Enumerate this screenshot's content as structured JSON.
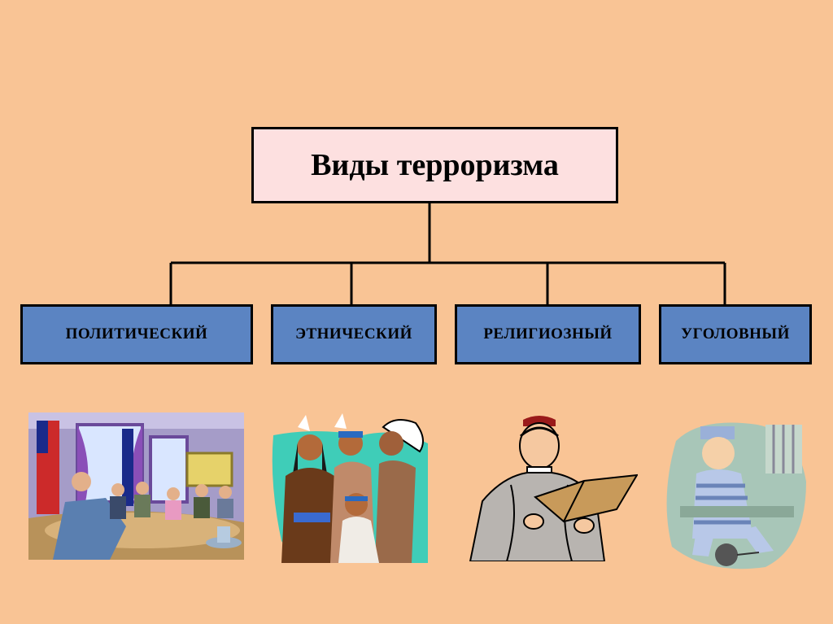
{
  "diagram": {
    "title": "Виды терроризма",
    "types": [
      {
        "label": "ПОЛИТИЧЕСКИЙ",
        "illustration": "meeting-room-icon"
      },
      {
        "label": "ЭТНИЧЕСКИЙ",
        "illustration": "native-people-icon"
      },
      {
        "label": "РЕЛИГИОЗНЫЙ",
        "illustration": "priest-reading-icon"
      },
      {
        "label": "УГОЛОВНЫЙ",
        "illustration": "prisoner-icon"
      }
    ]
  },
  "colors": {
    "background": "#f9c495",
    "root_box": "#fde0e0",
    "type_box": "#5b84c2"
  }
}
